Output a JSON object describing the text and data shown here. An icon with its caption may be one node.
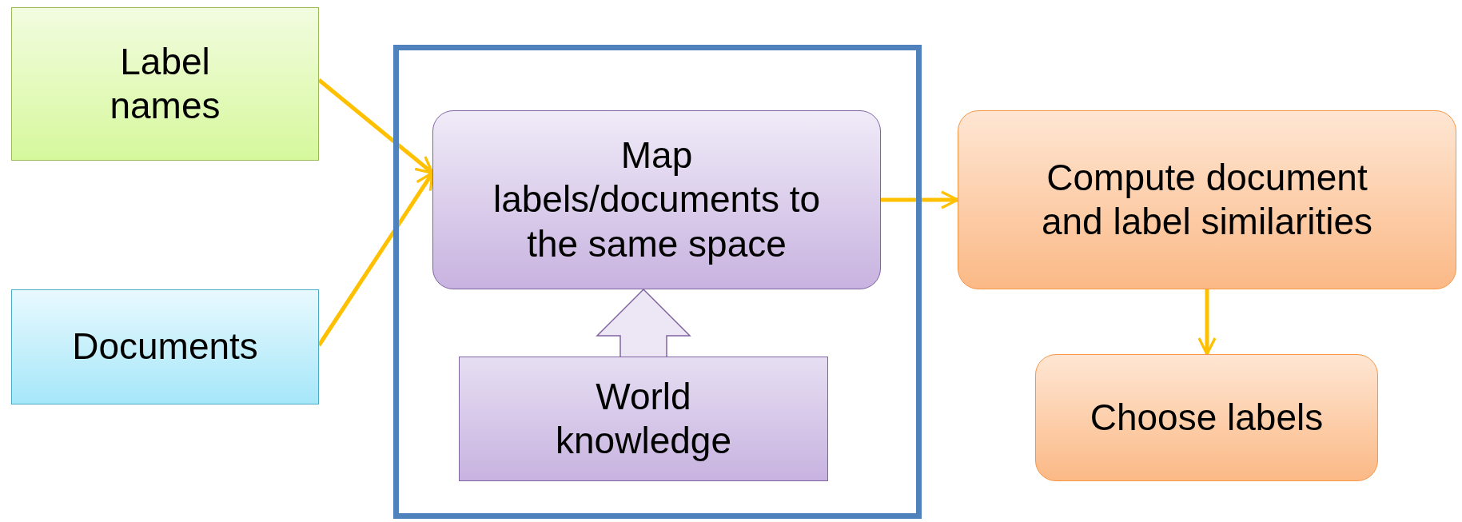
{
  "diagram": {
    "nodes": [
      {
        "text": [
          "Label names"
        ]
      },
      {
        "text": [
          "Documents"
        ]
      },
      {
        "text": [],
        "shape": "box"
      },
      {
        "text": [
          "Map labels/documents to the same space"
        ],
        "in": 2
      },
      {
        "text": [
          "World knowledge"
        ],
        "in": 2
      },
      {
        "text": [
          "Compute document and label similarities"
        ]
      },
      {
        "text": [
          "Choose labels"
        ]
      }
    ],
    "edges": [
      {
        "from": 0,
        "to": 3,
        "arrow": "to"
      },
      {
        "from": 1,
        "to": 3,
        "arrow": "to"
      },
      {
        "from": 4,
        "to": 3,
        "arrow": "to",
        "style": "thick",
        "color": "#8064a2"
      },
      {
        "from": 3,
        "to": 5,
        "arrow": "to"
      },
      {
        "from": 5,
        "to": 6,
        "arrow": "to"
      }
    ]
  }
}
